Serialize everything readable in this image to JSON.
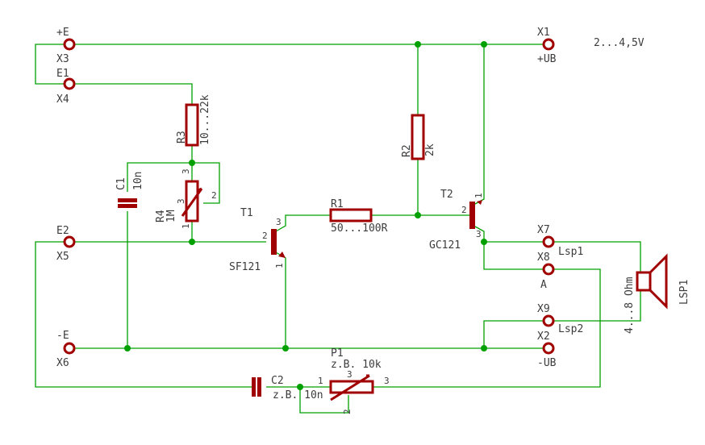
{
  "labels": {
    "x1_sig": "+E",
    "x1_name": "X3",
    "e1_sig": "E1",
    "e1_name": "X4",
    "e2_sig": "E2",
    "e2_name": "X5",
    "e3_sig": "-E",
    "e3_name": "X6",
    "ub_pos_name": "X1",
    "ub_pos_sig": "+UB",
    "voltage": "2...4,5V",
    "r3_name": "R3",
    "r3_value": "10...22k",
    "r2_name": "R2",
    "r2_value": "2k",
    "c1_name": "C1",
    "c1_value": "10n",
    "r4_name": "R4",
    "r4_value": "1M",
    "r1_name": "R1",
    "r1_value": "50...100R",
    "t1_name": "T1",
    "t1_type": "SF121",
    "t2_name": "T2",
    "t2_type": "GC121",
    "x7_name": "X7",
    "lsp1_sig": "Lsp1",
    "x8_name": "X8",
    "x8_sig": "A",
    "x9_name": "X9",
    "lsp2_sig": "Lsp2",
    "x2_name": "X2",
    "ub_neg_sig": "-UB",
    "p1_name": "P1",
    "p1_value": "z.B. 10k",
    "c2_name": "C2",
    "c2_value": "z.B. 10n",
    "lsp_name": "LSP1",
    "lsp_value": "4...8 Ohm",
    "pin_1": "1",
    "pin_2": "2",
    "pin_3": "3"
  }
}
